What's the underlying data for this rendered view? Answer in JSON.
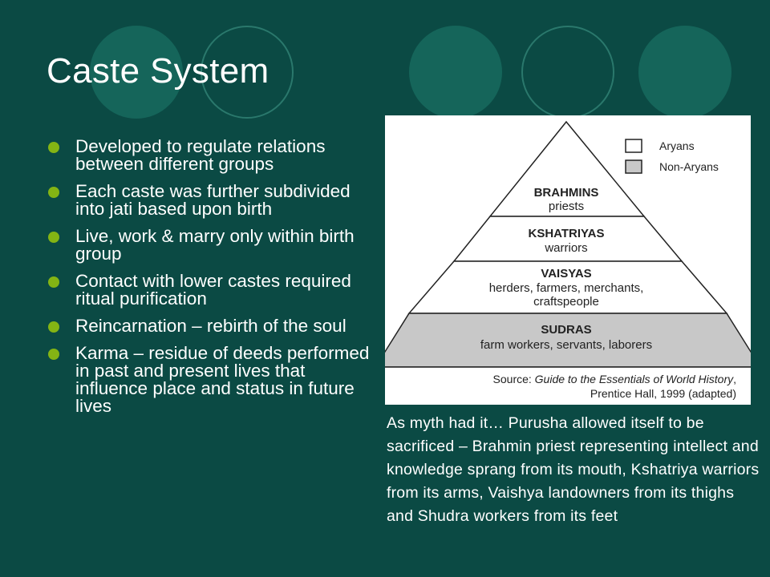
{
  "slide": {
    "title": "Caste System",
    "bullets": [
      "Developed to regulate relations between different groups",
      "Each caste was further subdivided into jati based upon birth",
      "Live, work & marry only within birth group",
      "Contact with lower castes required ritual purification",
      "Reincarnation – rebirth of the soul",
      "Karma – residue of deeds performed in past and present lives that influence place and status in future lives"
    ],
    "myth_text": "As myth had it… Purusha allowed itself to be sacrificed – Brahmin priest representing intellect and knowledge sprang from its mouth, Kshatriya warriors from its arms, Vaishya landowners from its thighs and Shudra workers from its feet"
  },
  "diagram": {
    "legend": [
      {
        "label": "Aryans",
        "color": "#ffffff"
      },
      {
        "label": "Non-Aryans",
        "color": "#c8c8c8"
      }
    ],
    "tiers": [
      {
        "name": "BRAHMINS",
        "lines": [
          "priests"
        ],
        "group": "Aryans"
      },
      {
        "name": "KSHATRIYAS",
        "lines": [
          "warriors"
        ],
        "group": "Aryans"
      },
      {
        "name": "VAISYAS",
        "lines": [
          "herders, farmers, merchants,",
          "craftspeople"
        ],
        "group": "Aryans"
      },
      {
        "name": "SUDRAS",
        "lines": [
          "farm workers, servants, laborers"
        ],
        "group": "Non-Aryans"
      }
    ],
    "source_label": "Source: ",
    "source_title": "Guide to the Essentials of World History",
    "source_title_suffix": ",",
    "source_line2": "Prentice Hall, 1999 (adapted)"
  },
  "colors": {
    "background": "#0b4a44",
    "circle_fill": "#15655a",
    "bullet": "#84b414",
    "non_aryan_fill": "#c8c8c8"
  }
}
